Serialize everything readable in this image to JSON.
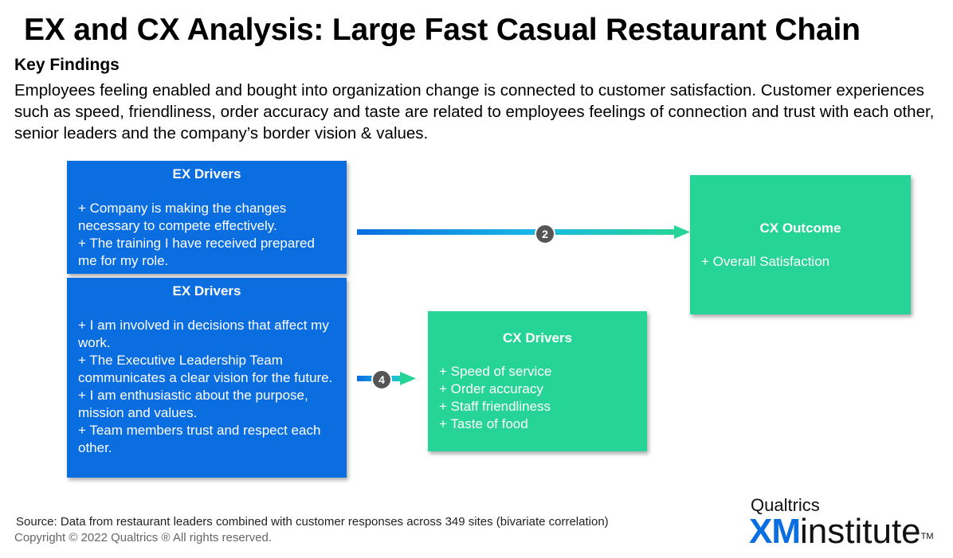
{
  "title": "EX and CX Analysis: Large Fast Casual Restaurant Chain",
  "key_findings": {
    "heading": "Key Findings",
    "text": "Employees feeling enabled and bought into organization change is connected to customer satisfaction.  Customer experiences such as speed, friendliness, order accuracy and taste are related to employees feelings of connection and trust with each other, senior leaders  and the company’s border vision & values."
  },
  "diagram": {
    "ex_box_1": {
      "title": "EX Drivers",
      "items": [
        "+ Company is making the changes necessary to compete effectively.",
        "+ The training I have received prepared me for my role."
      ]
    },
    "ex_box_2": {
      "title": "EX Drivers",
      "items": [
        "+ I am involved in decisions that affect my work.",
        "+ The Executive Leadership Team communicates a clear vision for the future.",
        "+ I am enthusiastic about the purpose, mission and values.",
        "+ Team members trust and respect each other."
      ]
    },
    "cx_outcome": {
      "title": "CX Outcome",
      "items": [
        "+ Overall Satisfaction"
      ]
    },
    "cx_drivers": {
      "title": "CX Drivers",
      "items": [
        "+ Speed of service",
        "+ Order accuracy",
        "+ Staff friendliness",
        "+ Taste of food"
      ]
    },
    "arrow_1_badge": "2",
    "arrow_2_badge": "4",
    "colors": {
      "ex_blue": "#0a6de0",
      "cx_green": "#27d497",
      "badge_gray": "#555555"
    }
  },
  "footer": {
    "source": "Source: Data from restaurant leaders combined with customer responses across 349 sites (bivariate correlation)",
    "copyright": "Copyright © 2022 Qualtrics ® All rights reserved."
  },
  "logo": {
    "brand": "Qualtrics",
    "xm": "XM",
    "institute": "institute",
    "tm": "TM"
  }
}
